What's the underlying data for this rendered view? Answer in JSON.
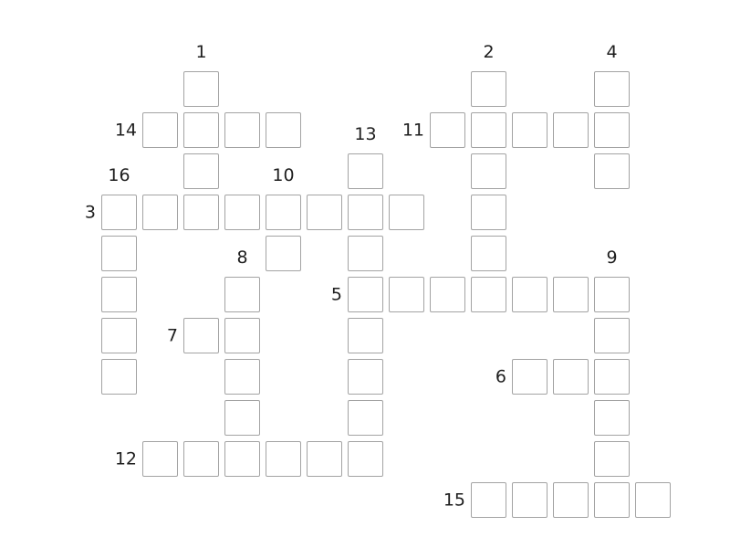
{
  "puzzle": {
    "type": "crossword",
    "cell_color": "#ffffff",
    "cell_border_color": "#a3a3a3",
    "number_color": "#1e1e1e",
    "entries": [
      {
        "number": "1",
        "direction": "down",
        "row": 0,
        "col": 2,
        "length": 4
      },
      {
        "number": "2",
        "direction": "down",
        "row": 0,
        "col": 9,
        "length": 5
      },
      {
        "number": "4",
        "direction": "down",
        "row": 0,
        "col": 12,
        "length": 3
      },
      {
        "number": "14",
        "direction": "across",
        "row": 1,
        "col": 1,
        "length": 4
      },
      {
        "number": "11",
        "direction": "across",
        "row": 1,
        "col": 8,
        "length": 5
      },
      {
        "number": "13",
        "direction": "down",
        "row": 2,
        "col": 6,
        "length": 8
      },
      {
        "number": "16",
        "direction": "down",
        "row": 3,
        "col": 0,
        "length": 5
      },
      {
        "number": "10",
        "direction": "down",
        "row": 3,
        "col": 4,
        "length": 2
      },
      {
        "number": "3",
        "direction": "across",
        "row": 3,
        "col": 0,
        "length": 8
      },
      {
        "number": "8",
        "direction": "down",
        "row": 5,
        "col": 3,
        "length": 5
      },
      {
        "number": "9",
        "direction": "down",
        "row": 5,
        "col": 12,
        "length": 5
      },
      {
        "number": "5",
        "direction": "across",
        "row": 5,
        "col": 6,
        "length": 7
      },
      {
        "number": "7",
        "direction": "across",
        "row": 6,
        "col": 2,
        "length": 2
      },
      {
        "number": "6",
        "direction": "across",
        "row": 7,
        "col": 10,
        "length": 3
      },
      {
        "number": "12",
        "direction": "across",
        "row": 9,
        "col": 1,
        "length": 6
      },
      {
        "number": "15",
        "direction": "across",
        "row": 10,
        "col": 9,
        "length": 5
      }
    ]
  }
}
